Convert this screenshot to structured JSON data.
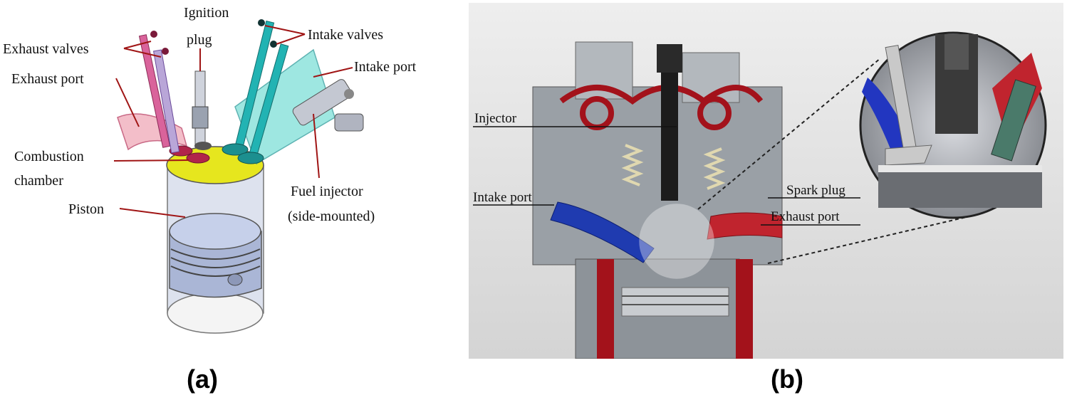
{
  "panel_a": {
    "labels": {
      "exhaust_valves": "Exhaust valves",
      "ignition_plug_1": "Ignition",
      "ignition_plug_2": "plug",
      "intake_valves": "Intake valves",
      "exhaust_port": "Exhaust port",
      "intake_port": "Intake port",
      "combustion_1": "Combustion",
      "combustion_2": "chamber",
      "fuel_injector_1": "Fuel injector",
      "fuel_injector_2": "(side-mounted)",
      "piston": "Piston"
    },
    "caption": "(a)"
  },
  "panel_b": {
    "labels": {
      "injector": "Injector",
      "intake_port": "Intake port",
      "spark_plug": "Spark plug",
      "exhaust_port": "Exhaust port"
    },
    "caption": "(b)"
  },
  "colors": {
    "exhaust": "#e04f8a",
    "intake": "#2ab6b6",
    "chamber": "#e6e61e",
    "engine_red": "#a3121b",
    "engine_blue": "#1f3bb0"
  }
}
